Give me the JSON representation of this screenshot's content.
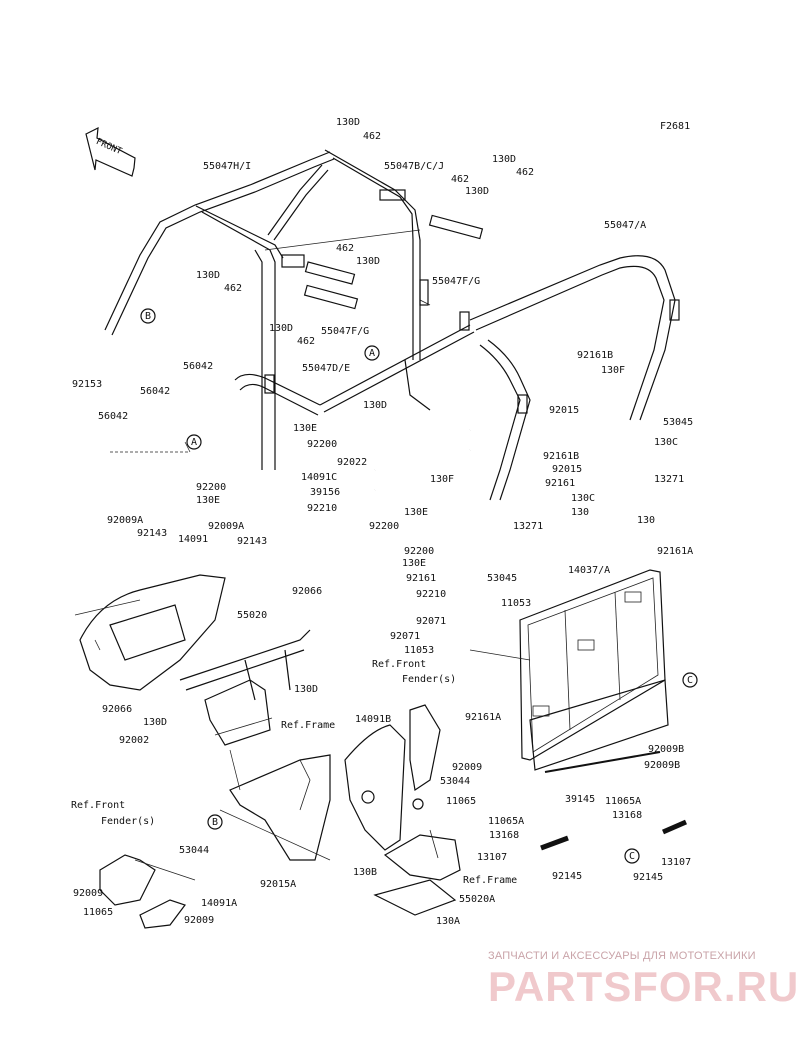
{
  "figure_code": "F2681",
  "front_arrow_label": "FRONT",
  "ref_markers": [
    "A",
    "B",
    "C"
  ],
  "callouts": [
    {
      "id": "130D_a",
      "text": "130D"
    },
    {
      "id": "462_a",
      "text": "462"
    },
    {
      "id": "55047HI",
      "text": "55047H/I"
    },
    {
      "id": "55047BCJ",
      "text": "55047B/C/J"
    },
    {
      "id": "130D_b",
      "text": "130D"
    },
    {
      "id": "462_b",
      "text": "462"
    },
    {
      "id": "462_c",
      "text": "462"
    },
    {
      "id": "130D_c",
      "text": "130D"
    },
    {
      "id": "55047A",
      "text": "55047/A"
    },
    {
      "id": "130D_d",
      "text": "130D"
    },
    {
      "id": "462_d",
      "text": "462"
    },
    {
      "id": "462_e",
      "text": "462"
    },
    {
      "id": "130D_e",
      "text": "130D"
    },
    {
      "id": "55047FG_a",
      "text": "55047F/G"
    },
    {
      "id": "130D_f",
      "text": "130D"
    },
    {
      "id": "462_f",
      "text": "462"
    },
    {
      "id": "55047FG_b",
      "text": "55047F/G"
    },
    {
      "id": "92153",
      "text": "92153"
    },
    {
      "id": "56042_a",
      "text": "56042"
    },
    {
      "id": "56042_b",
      "text": "56042"
    },
    {
      "id": "56042_c",
      "text": "56042"
    },
    {
      "id": "55047DE",
      "text": "55047D/E"
    },
    {
      "id": "92161B_a",
      "text": "92161B"
    },
    {
      "id": "130F_a",
      "text": "130F"
    },
    {
      "id": "130E_a",
      "text": "130E"
    },
    {
      "id": "130D_g",
      "text": "130D"
    },
    {
      "id": "92015_a",
      "text": "92015"
    },
    {
      "id": "53045_a",
      "text": "53045"
    },
    {
      "id": "92200_a",
      "text": "92200"
    },
    {
      "id": "92022",
      "text": "92022"
    },
    {
      "id": "92161B_b",
      "text": "92161B"
    },
    {
      "id": "130C_a",
      "text": "130C"
    },
    {
      "id": "14091C",
      "text": "14091C"
    },
    {
      "id": "92015_b",
      "text": "92015"
    },
    {
      "id": "130F_b",
      "text": "130F"
    },
    {
      "id": "92161_a",
      "text": "92161"
    },
    {
      "id": "92200_b",
      "text": "92200"
    },
    {
      "id": "39156",
      "text": "39156"
    },
    {
      "id": "130C_b",
      "text": "130C"
    },
    {
      "id": "13271_a",
      "text": "13271"
    },
    {
      "id": "130E_b",
      "text": "130E"
    },
    {
      "id": "92210_a",
      "text": "92210"
    },
    {
      "id": "130E_c",
      "text": "130E"
    },
    {
      "id": "130_a",
      "text": "130"
    },
    {
      "id": "130_b",
      "text": "130"
    },
    {
      "id": "92200_c",
      "text": "92200"
    },
    {
      "id": "13271_b",
      "text": "13271"
    },
    {
      "id": "92009A_a",
      "text": "92009A"
    },
    {
      "id": "92143_a",
      "text": "92143"
    },
    {
      "id": "92009A_b",
      "text": "92009A"
    },
    {
      "id": "14091",
      "text": "14091"
    },
    {
      "id": "92143_b",
      "text": "92143"
    },
    {
      "id": "92200_d",
      "text": "92200"
    },
    {
      "id": "130E_d",
      "text": "130E"
    },
    {
      "id": "92161_b",
      "text": "92161"
    },
    {
      "id": "53045_b",
      "text": "53045"
    },
    {
      "id": "14037A",
      "text": "14037/A"
    },
    {
      "id": "92161A_a",
      "text": "92161A"
    },
    {
      "id": "92210_b",
      "text": "92210"
    },
    {
      "id": "11053_a",
      "text": "11053"
    },
    {
      "id": "92066_a",
      "text": "92066"
    },
    {
      "id": "55020",
      "text": "55020"
    },
    {
      "id": "92071_a",
      "text": "92071"
    },
    {
      "id": "92071_b",
      "text": "92071"
    },
    {
      "id": "11053_b",
      "text": "11053"
    },
    {
      "id": "RefFrontFender_a1",
      "text": "Ref.Front"
    },
    {
      "id": "RefFrontFender_a2",
      "text": "Fender(s)"
    },
    {
      "id": "130D_h",
      "text": "130D"
    },
    {
      "id": "92066_b",
      "text": "92066"
    },
    {
      "id": "130D_i",
      "text": "130D"
    },
    {
      "id": "92161A_b",
      "text": "92161A"
    },
    {
      "id": "14091B",
      "text": "14091B"
    },
    {
      "id": "RefFrame_a",
      "text": "Ref.Frame"
    },
    {
      "id": "92002",
      "text": "92002"
    },
    {
      "id": "92009B_a",
      "text": "92009B"
    },
    {
      "id": "92009_a",
      "text": "92009"
    },
    {
      "id": "92009B_b",
      "text": "92009B"
    },
    {
      "id": "53044_a",
      "text": "53044"
    },
    {
      "id": "39145",
      "text": "39145"
    },
    {
      "id": "11065_a",
      "text": "11065"
    },
    {
      "id": "RefFrontFender_b1",
      "text": "Ref.Front"
    },
    {
      "id": "RefFrontFender_b2",
      "text": "Fender(s)"
    },
    {
      "id": "11065A_a",
      "text": "11065A"
    },
    {
      "id": "11065A_b",
      "text": "11065A"
    },
    {
      "id": "13168_a",
      "text": "13168"
    },
    {
      "id": "13168_b",
      "text": "13168"
    },
    {
      "id": "53044_b",
      "text": "53044"
    },
    {
      "id": "13107_a",
      "text": "13107"
    },
    {
      "id": "13107_b",
      "text": "13107"
    },
    {
      "id": "92015A",
      "text": "92015A"
    },
    {
      "id": "130B",
      "text": "130B"
    },
    {
      "id": "92145_a",
      "text": "92145"
    },
    {
      "id": "92145_b",
      "text": "92145"
    },
    {
      "id": "92009_b",
      "text": "92009"
    },
    {
      "id": "RefFrame_b",
      "text": "Ref.Frame"
    },
    {
      "id": "14091A",
      "text": "14091A"
    },
    {
      "id": "55020A",
      "text": "55020A"
    },
    {
      "id": "11065_b",
      "text": "11065"
    },
    {
      "id": "92009_c",
      "text": "92009"
    },
    {
      "id": "130A",
      "text": "130A"
    }
  ],
  "watermark": {
    "line1": "ЗАПЧАСТИ И АКСЕССУАРЫ ДЛЯ МОТОТЕХНИКИ",
    "line2": "PARTSFOR.RU"
  }
}
